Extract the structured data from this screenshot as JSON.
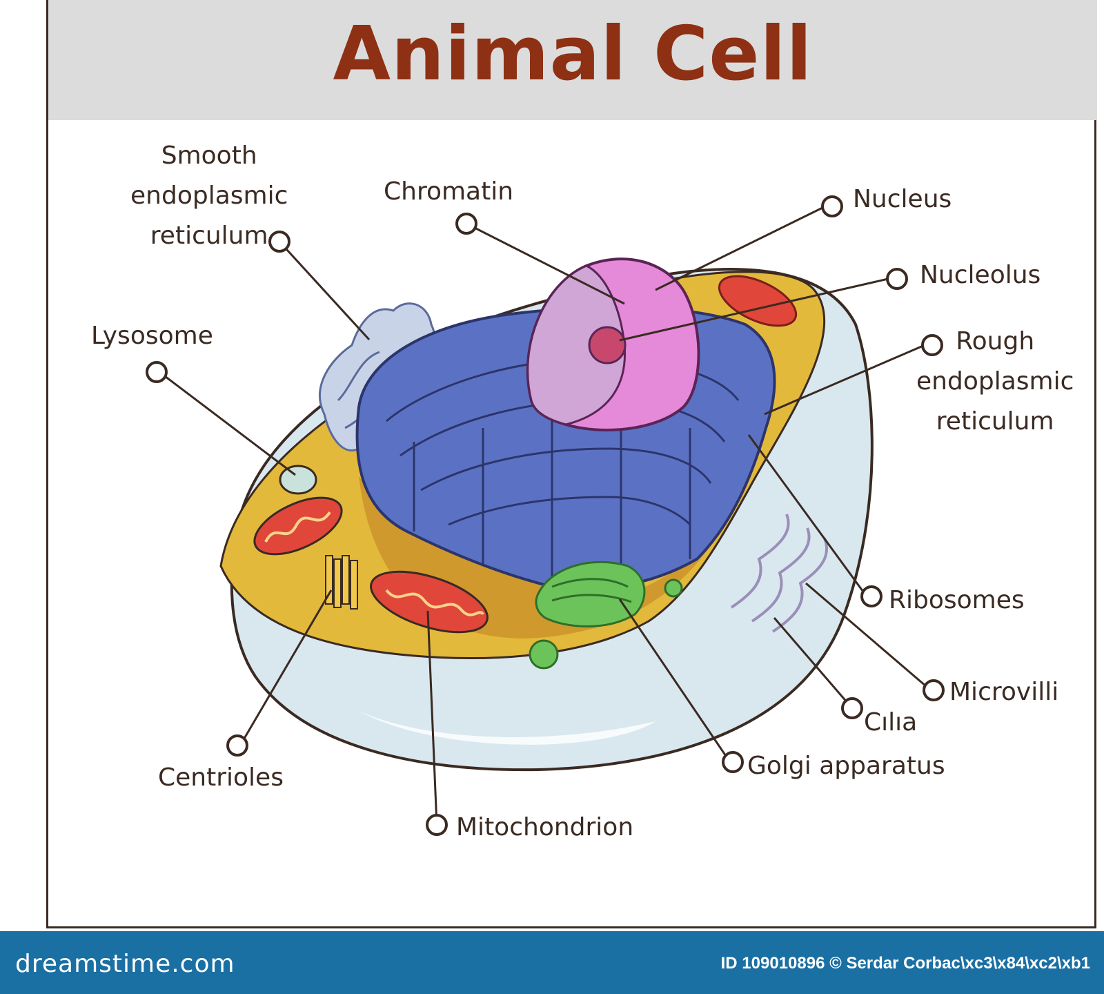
{
  "title": "Animal Cell",
  "labels": {
    "smooth_er": "Smooth\nendoplasmic\nreticulum",
    "chromatin": "Chromatin",
    "nucleus": "Nucleus",
    "nucleolus": "Nucleolus",
    "rough_er": "Rough\nendoplasmic\nreticulum",
    "lysosome": "Lysosome",
    "ribosomes": "Ribosomes",
    "microvilli": "Microvilli",
    "cilia": "Cılıa",
    "golgi": "Golgi apparatus",
    "centrioles": "Centrioles",
    "mitochondrion": "Mitochondrion"
  },
  "footer": {
    "site": "dreamstime.com",
    "credit": "ID 109010896 © Serdar Corbac\\xc3\\x84\\xc2\\xb1"
  },
  "colors": {
    "title": "#8e3013",
    "line": "#3a2a22",
    "footer_bg": "#1a6fa3",
    "cytoplasm": "#e3b93c",
    "membrane": "#d9e8ef",
    "er": "#5b72c4",
    "nucleus": "#e58ad8",
    "mitochondria": "#e0463a",
    "golgi": "#6cc35a"
  },
  "icons": {
    "pointer": "circle-pointer-icon"
  }
}
